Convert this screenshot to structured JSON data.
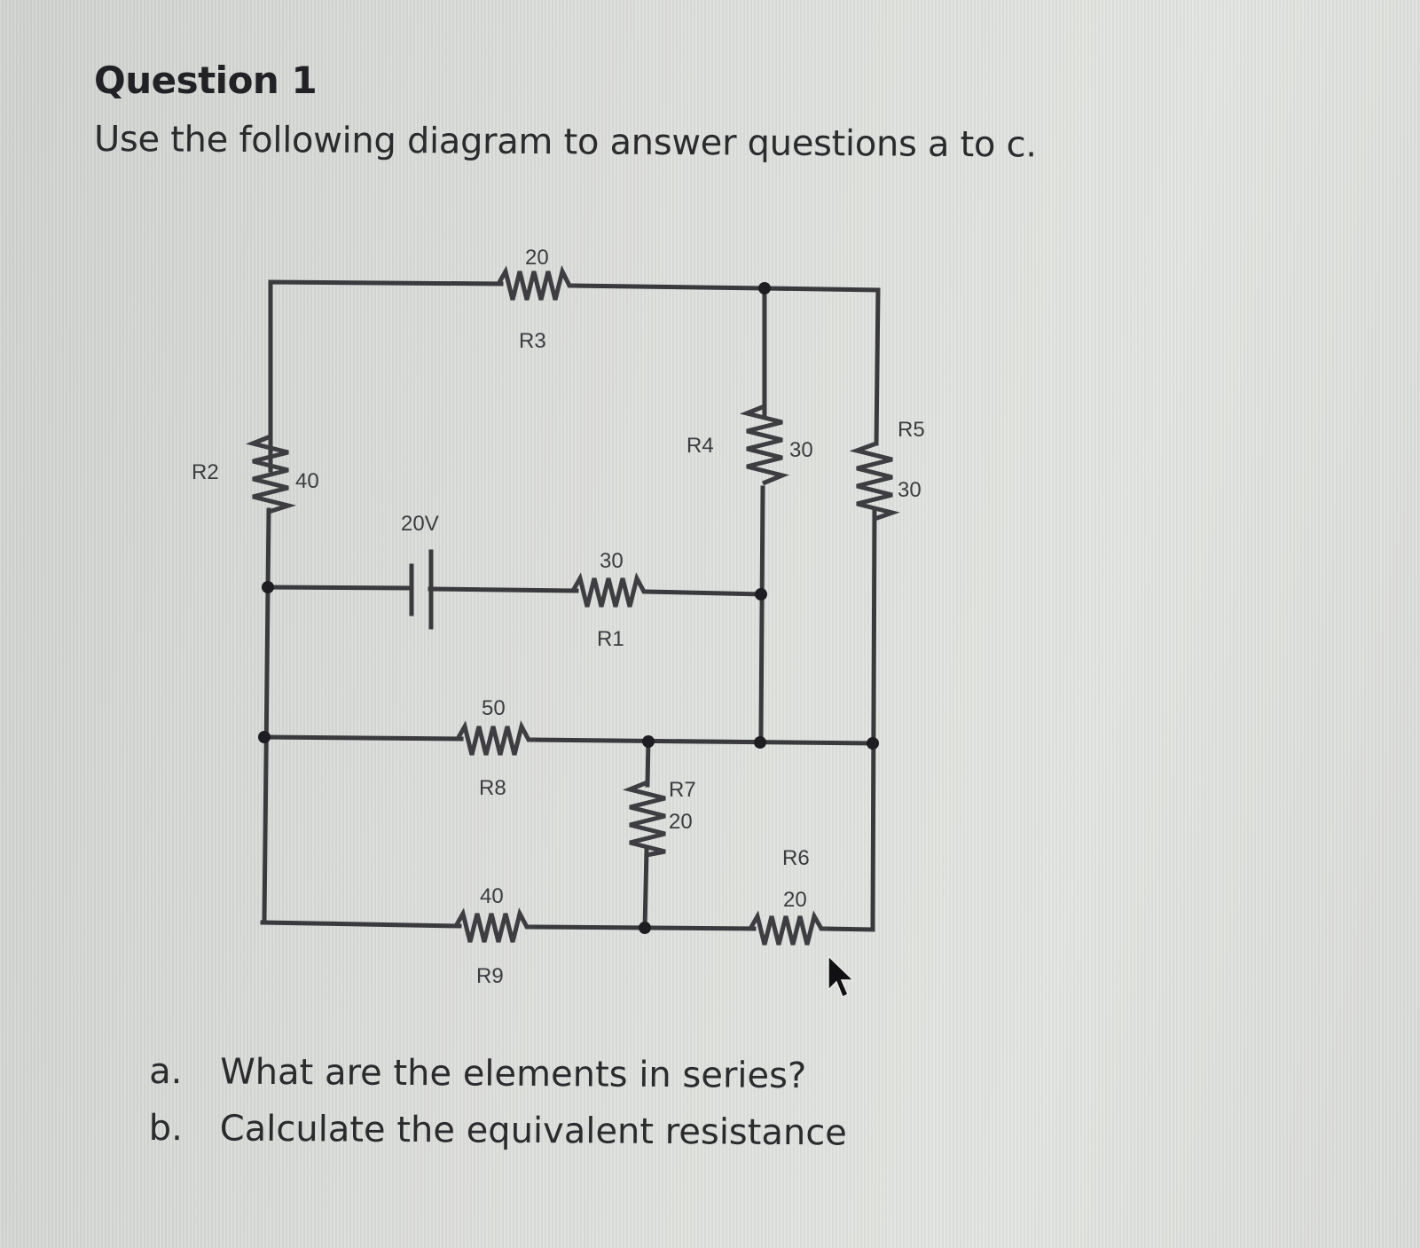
{
  "header": {
    "title": "Question 1",
    "instruction": "Use the following diagram to answer questions a to c."
  },
  "circuit": {
    "source": {
      "label": "20V",
      "type": "battery"
    },
    "resistors": [
      {
        "id": "R1",
        "value": "30",
        "orientation": "horizontal"
      },
      {
        "id": "R2",
        "value": "40",
        "orientation": "vertical"
      },
      {
        "id": "R3",
        "value": "20",
        "orientation": "horizontal"
      },
      {
        "id": "R4",
        "value": "30",
        "orientation": "vertical"
      },
      {
        "id": "R5",
        "value": "30",
        "orientation": "vertical"
      },
      {
        "id": "R6",
        "value": "20",
        "orientation": "horizontal"
      },
      {
        "id": "R7",
        "value": "20",
        "orientation": "vertical"
      },
      {
        "id": "R8",
        "value": "50",
        "orientation": "horizontal"
      },
      {
        "id": "R9",
        "value": "40",
        "orientation": "horizontal"
      }
    ]
  },
  "questions": [
    {
      "marker": "a.",
      "text": "What are the elements in series?"
    },
    {
      "marker": "b.",
      "text": "Calculate the equivalent resistance"
    }
  ],
  "colors": {
    "background": "#dcdedc",
    "wire": "#3a3a3e",
    "text": "#2a2a2c"
  }
}
